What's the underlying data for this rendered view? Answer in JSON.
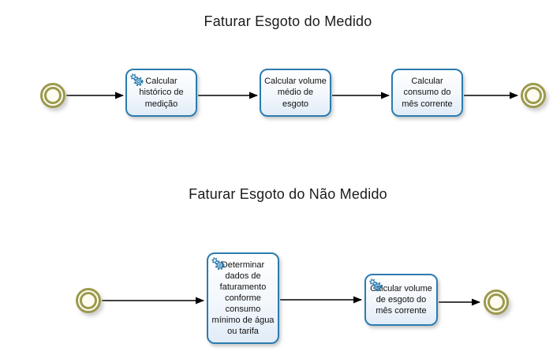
{
  "colors": {
    "task_border": "#2b7cb0",
    "task_fill_bottom": "#e1ecf7",
    "event_border": "#9b9a4f",
    "event_fill": "#fefcef",
    "arrow": "#000000",
    "gear_icon": "#2b7cb0",
    "title_text": "#1b1b1b"
  },
  "diagrams": [
    {
      "title": "Faturar Esgoto do Medido",
      "start_event": "start-event",
      "end_event": "end-event",
      "tasks": [
        {
          "label": "Calcular histórico de medição",
          "icon": "gear-icon"
        },
        {
          "label": "Calcular volume médio de esgoto",
          "icon": ""
        },
        {
          "label": "Calcular consumo do mês corrente",
          "icon": ""
        }
      ]
    },
    {
      "title": "Faturar Esgoto do Não Medido",
      "start_event": "start-event",
      "end_event": "end-event",
      "tasks": [
        {
          "label": "Determinar dados de faturamento conforme consumo mínimo de água ou tarifa",
          "icon": "gear-icon"
        },
        {
          "label": "Calcular volume de esgoto do mês corrente",
          "icon": "gear-icon"
        }
      ]
    }
  ]
}
